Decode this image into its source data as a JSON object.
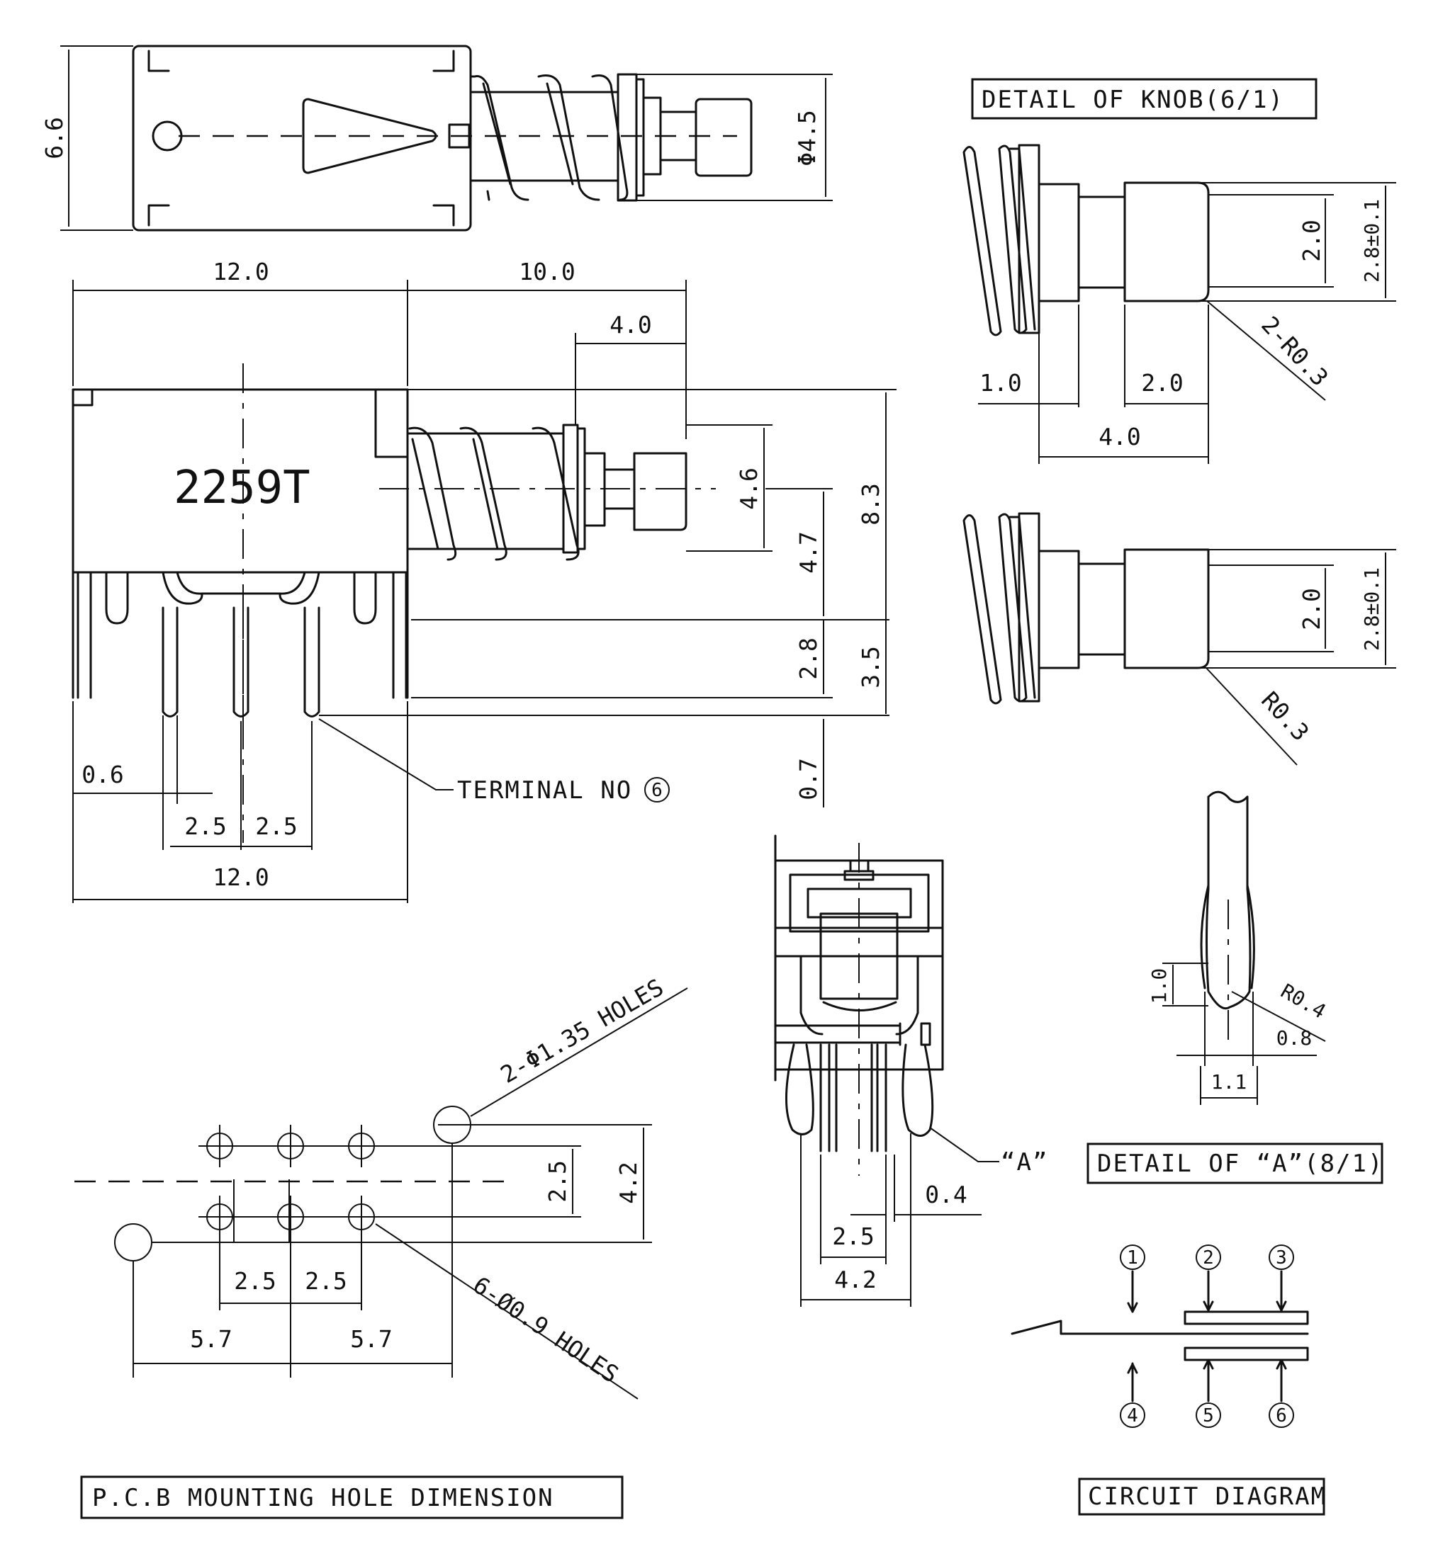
{
  "model": "2259T",
  "labels": {
    "detail_knob": "DETAIL OF KNOB(6/1)",
    "detail_a": "DETAIL OF “A”(8/1)",
    "pcb": "P.C.B MOUNTING HOLE DIMENSION",
    "circuit": "CIRCUIT DIAGRAM",
    "terminal": "TERMINAL NO",
    "terminal_num": "6",
    "callout_a": "“A”",
    "holes_large": "2-Φ1.35 HOLES",
    "holes_small": "6-Ø0.9 HOLES"
  },
  "dims": {
    "top_height": "6.6",
    "top_diameter": "Φ4.5",
    "body_width": "12.0",
    "stroke_len": "10.0",
    "knob_len": "4.0",
    "knob_dia": "4.6",
    "height_total": "8.3",
    "axis_height": "4.7",
    "pin_h1": "2.8",
    "pin_h2": "3.5",
    "pin_h3": "0.7",
    "pin_w": "0.6",
    "pitch_a": "2.5",
    "pitch_b": "2.5",
    "bottom_width": "12.0",
    "knob1_20": "2.0",
    "knob1_28": "2.8±0.1",
    "knob1_r": "2-R0.3",
    "knob1_10": "1.0",
    "knob1_20b": "2.0",
    "knob1_40": "4.0",
    "knob2_20": "2.0",
    "knob2_28": "2.8±0.1",
    "knob2_r": "R0.3",
    "side_04": "0.4",
    "side_25": "2.5",
    "side_42": "4.2",
    "pina_10": "1.0",
    "pina_r": "R0.4",
    "pina_08": "0.8",
    "pina_11": "1.1",
    "pcb_25v": "2.5",
    "pcb_42v": "4.2",
    "pcb_25a": "2.5",
    "pcb_25b": "2.5",
    "pcb_57a": "5.7",
    "pcb_57b": "5.7"
  },
  "circuit_nodes": [
    "1",
    "2",
    "3",
    "4",
    "5",
    "6"
  ]
}
